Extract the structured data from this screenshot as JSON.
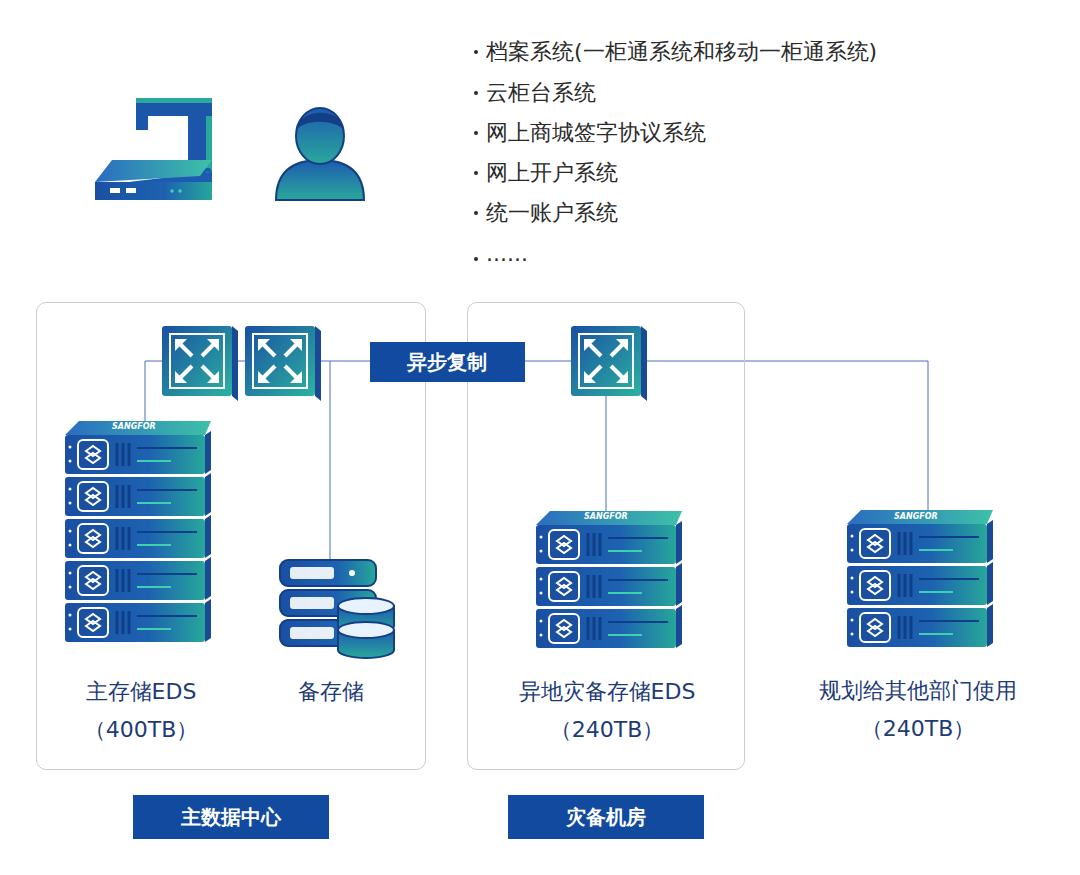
{
  "diagram": {
    "nodes": [
      {
        "text": [
          "主数据中心"
        ]
      },
      {
        "text": [
          "主存储EDS",
          "（400TB）"
        ],
        "in": 0
      },
      {
        "text": [
          "备存储"
        ],
        "in": 0
      },
      {
        "text": [
          "灾备机房"
        ]
      },
      {
        "text": [
          "异地灾备存储EDS",
          "（240TB）"
        ],
        "in": 3
      },
      {
        "text": [
          "规划给其他部门使用",
          "（240TB）"
        ]
      }
    ],
    "labels": [
      "档案系统(一柜通系统和移动一柜通系统)",
      "云柜台系统",
      "网上商城签字协议系统",
      "网上开户系统",
      "统一账户系统",
      "......",
      "异步复制",
      "SANGFOR",
      "SANGFOR",
      "SANGFOR"
    ]
  }
}
